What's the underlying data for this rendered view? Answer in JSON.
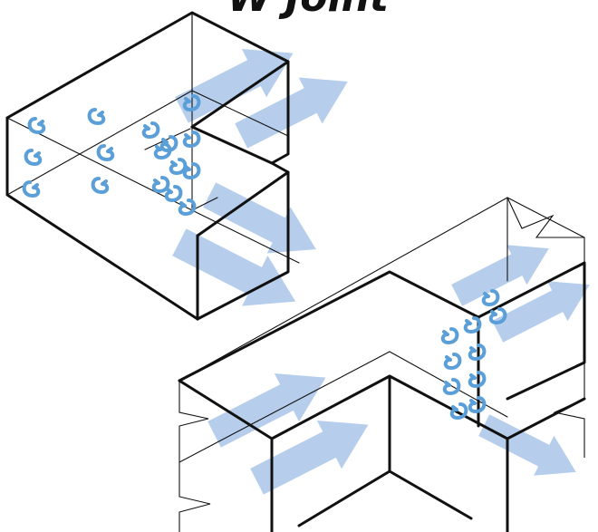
{
  "title_text": "W Joint",
  "colors": {
    "edge": "#111111",
    "flow_arrow": "#a9c6e8",
    "vortex": "#5a9fd8",
    "background": "#ffffff"
  },
  "icons": {
    "flow": "flow-arrow-icon",
    "vortex": "vortex-curl-icon"
  },
  "diagrams": [
    {
      "name": "corner-joint",
      "flow_arrows": 4,
      "vortex_curls": 16
    },
    {
      "name": "t-joint",
      "flow_arrows": 5,
      "vortex_curls": 10
    }
  ]
}
